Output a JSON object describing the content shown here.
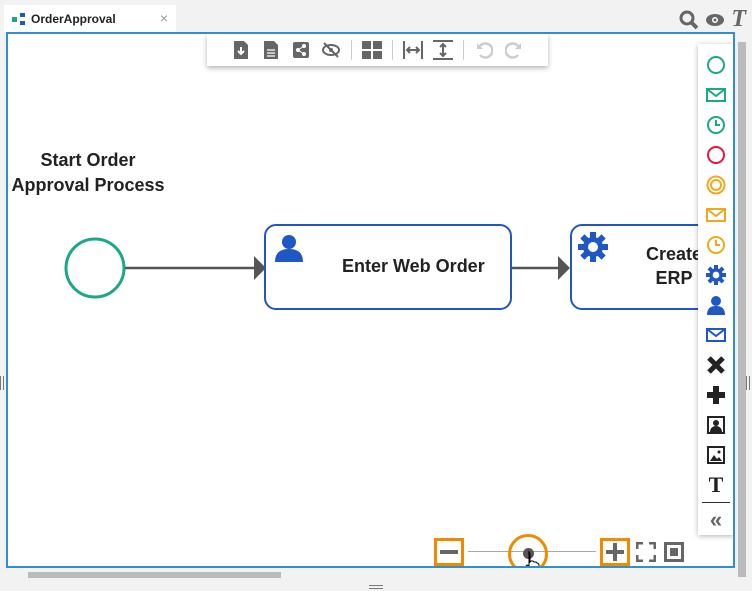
{
  "tab": {
    "title": "OrderApproval",
    "close": "×"
  },
  "top_icons": [
    "search-icon",
    "eye-icon",
    "text-style-icon"
  ],
  "toolbar": {
    "icons": [
      "export-icon",
      "document-icon",
      "share-icon",
      "hide-icon",
      "layout-icon",
      "fit-width-icon",
      "fit-height-icon",
      "undo-icon",
      "redo-icon"
    ]
  },
  "diagram": {
    "start_label_line1": "Start Order",
    "start_label_line2": "Approval Process",
    "task1": "Enter Web Order",
    "task2_line1": "Create",
    "task2_line2": "ERP",
    "colors": {
      "start": "#1aa886",
      "task": "#1f57c3",
      "flow": "#555555"
    }
  },
  "palette": {
    "items": [
      "start-event",
      "message-start-event",
      "timer-start-event",
      "end-event",
      "intermediate-event",
      "message-intermediate-event",
      "timer-intermediate-event",
      "service-task",
      "user-task",
      "message-task",
      "exclusive-gateway",
      "parallel-gateway",
      "user-image",
      "image",
      "text"
    ],
    "collapse": "«"
  },
  "zoom": {
    "level_percent": 47,
    "highlight": "#f08a00"
  }
}
